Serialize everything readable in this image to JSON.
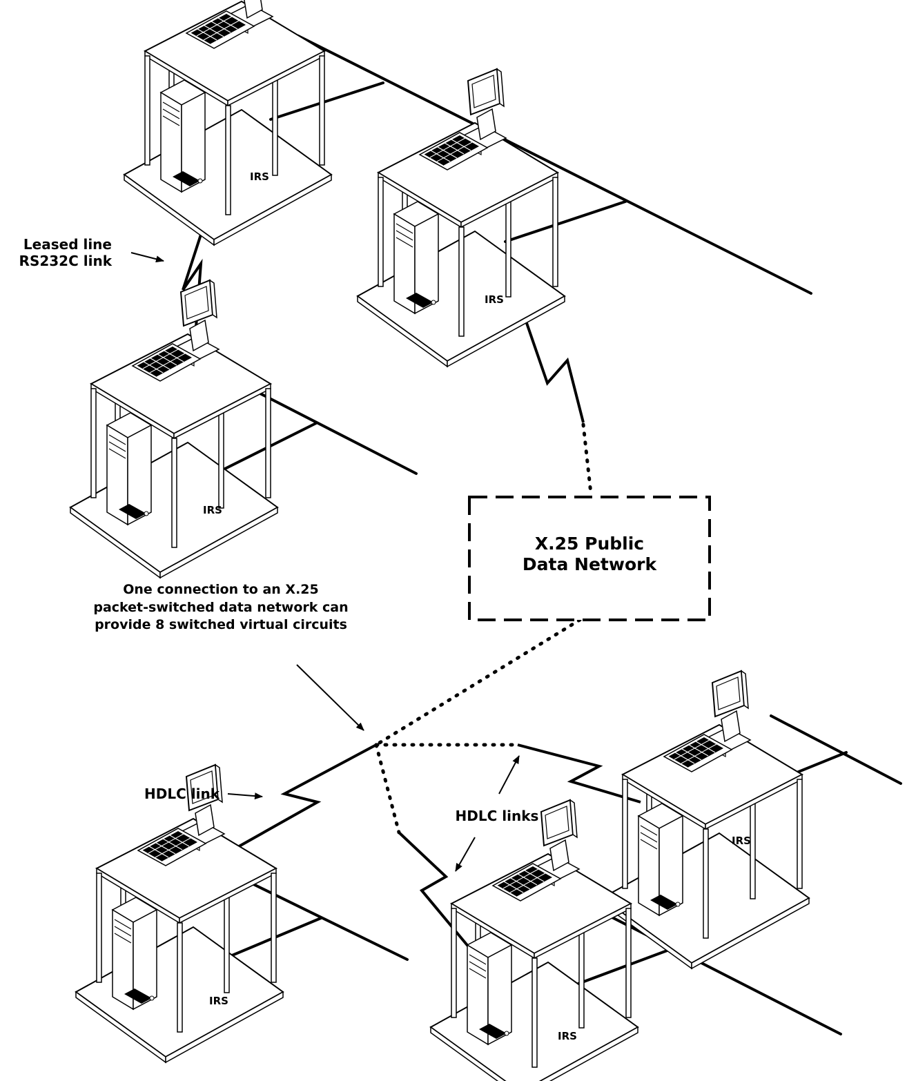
{
  "labels": {
    "irs": "IRS",
    "leased_line": [
      "Leased line",
      "RS232C link"
    ],
    "network": [
      "X.25 Public",
      "Data Network"
    ],
    "connection_note": [
      "One connection to an X.25",
      "packet-switched data network can",
      "provide 8 switched virtual circuits"
    ],
    "hdlc_link": "HDLC link",
    "hdlc_links": "HDLC links"
  },
  "colors": {
    "ink": "#000000",
    "paper": "#ffffff"
  }
}
